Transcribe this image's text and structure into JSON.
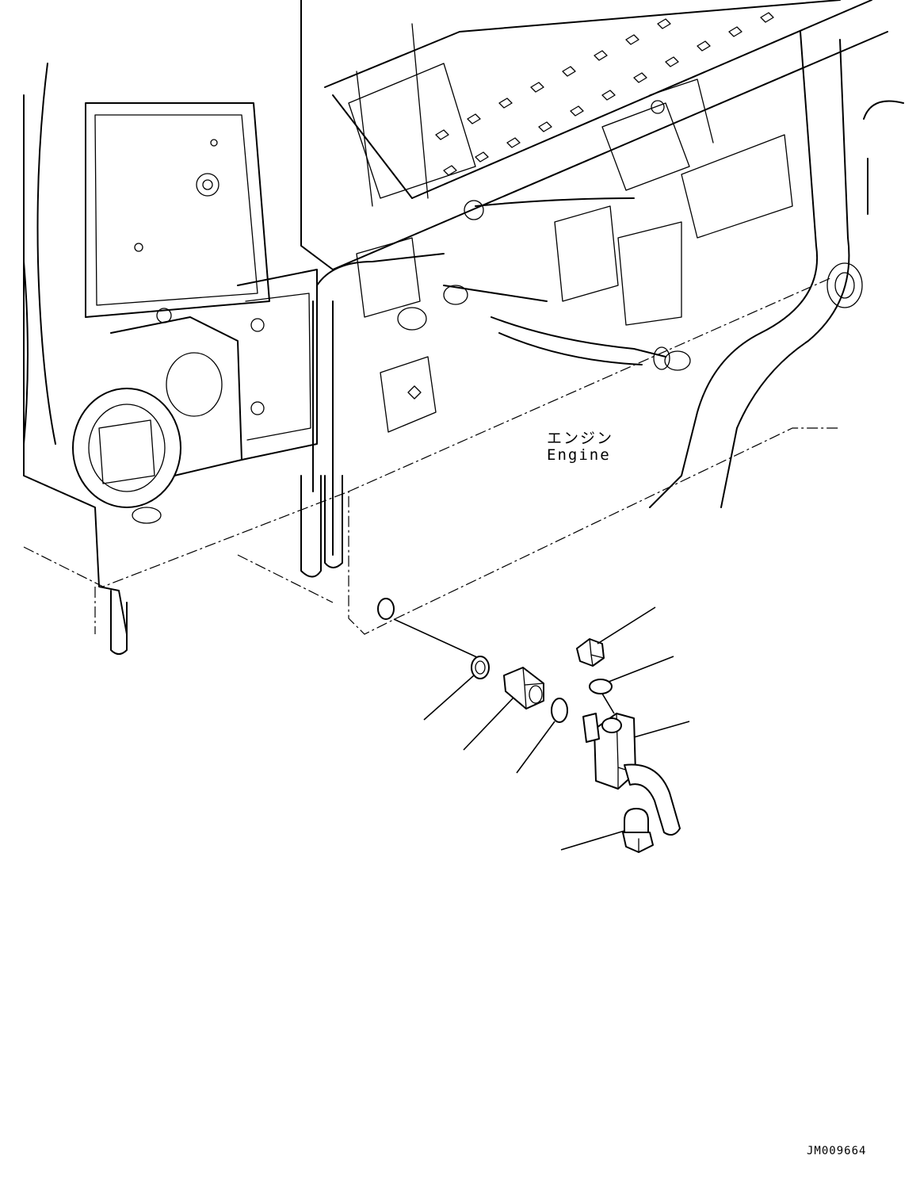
{
  "diagram": {
    "engine_label_jp": "エンジン",
    "engine_label_en": "Engine",
    "drawing_id": "JM009664"
  },
  "parts": [
    {
      "icon": "washer-icon"
    },
    {
      "icon": "adapter-nut-icon"
    },
    {
      "icon": "o-ring-icon"
    },
    {
      "icon": "plug-icon"
    },
    {
      "icon": "o-ring-icon"
    },
    {
      "icon": "drain-elbow-icon"
    },
    {
      "icon": "drain-cap-icon"
    }
  ]
}
